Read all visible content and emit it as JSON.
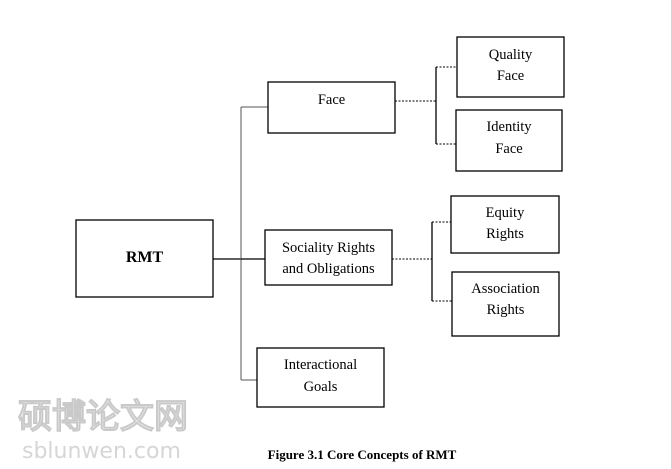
{
  "nodes": {
    "rmt": {
      "lines": [
        "RMT"
      ]
    },
    "face": {
      "lines": [
        "Face"
      ]
    },
    "quality_face": {
      "lines": [
        "Quality",
        "Face"
      ]
    },
    "identity_face": {
      "lines": [
        "Identity",
        "Face"
      ]
    },
    "sociality": {
      "lines": [
        "Sociality Rights",
        "and Obligations"
      ]
    },
    "equity": {
      "lines": [
        "Equity",
        "Rights"
      ]
    },
    "association": {
      "lines": [
        "Association",
        "Rights"
      ]
    },
    "interactional": {
      "lines": [
        "Interactional",
        "Goals"
      ]
    }
  },
  "caption": "Figure 3.1 Core Concepts of RMT",
  "watermark": {
    "chinese": "硕博论文网",
    "url": "sblunwen.com"
  }
}
